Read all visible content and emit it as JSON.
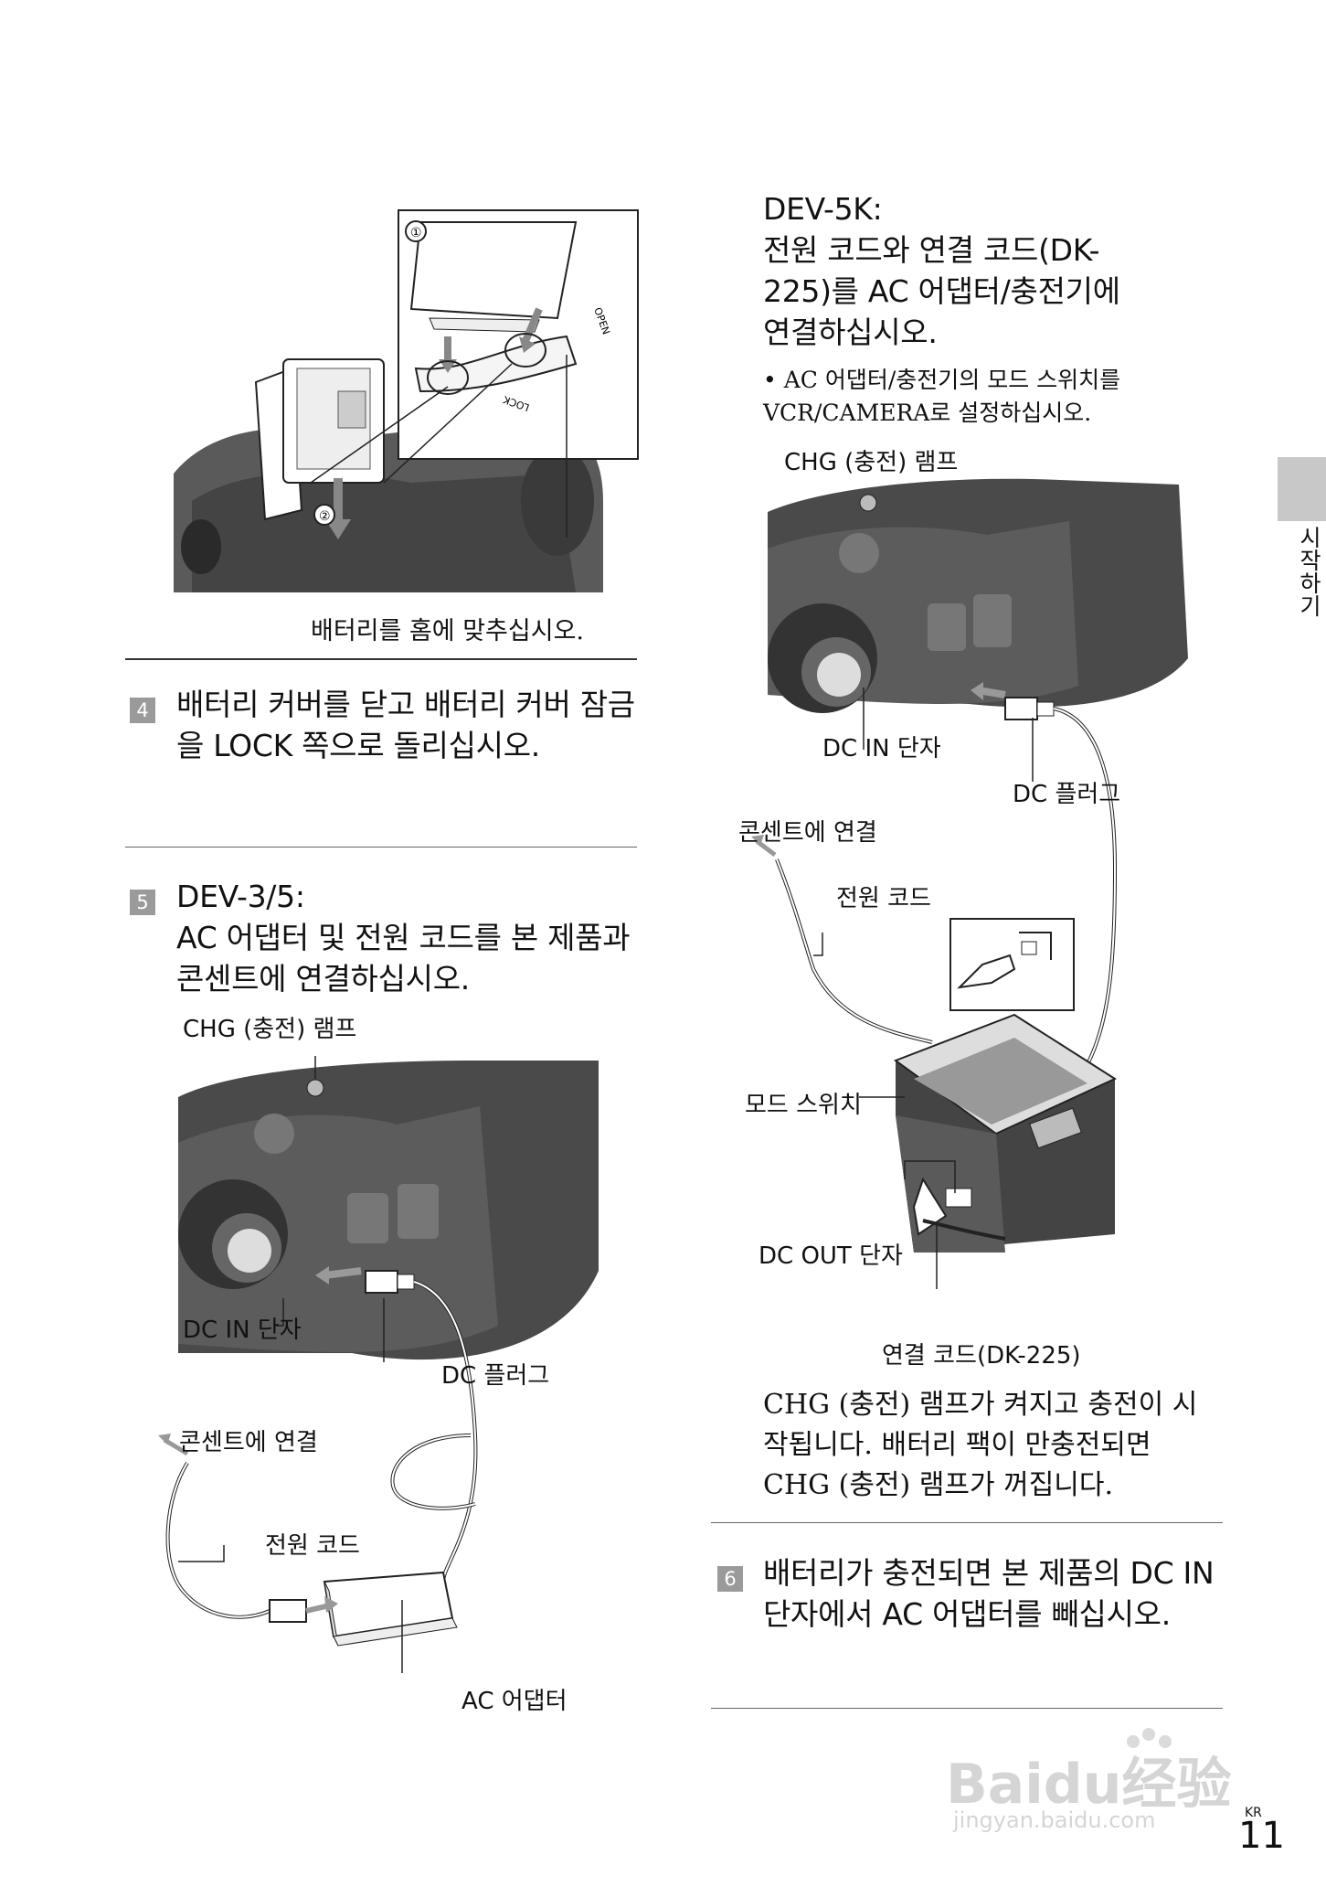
{
  "left_column": {
    "battery_caption": "배터리를 홈에 맞추십시오.",
    "step4": {
      "number": "4",
      "text": "배터리 커버를 닫고 배터리 커버 잠금을 LOCK 쪽으로 돌리십시오."
    },
    "step5": {
      "number": "5",
      "title": "DEV-3/5:",
      "text": "AC 어댑터 및 전원 코드를 본 제품과 콘센트에 연결하십시오."
    },
    "labels": {
      "chg_lamp": "CHG (충전) 램프",
      "dc_in": "DC IN 단자",
      "dc_plug": "DC 플러그",
      "outlet": "콘센트에 연결",
      "power_cord": "전원 코드",
      "ac_adapter": "AC 어댑터"
    },
    "inset_marks": [
      "①",
      "②"
    ],
    "inset_text": {
      "open": "OPEN",
      "lock": "LOCK"
    }
  },
  "right_column": {
    "heading_lines": [
      "DEV-5K:",
      "전원 코드와 연결 코드(DK-",
      "225)를 AC 어댑터/충전기에",
      "연결하십시오."
    ],
    "bullet": "AC 어댑터/충전기의 모드 스위치를 VCR/CAMERA로 설정하십시오.",
    "labels": {
      "chg_lamp": "CHG (충전) 램프",
      "dc_in": "DC IN 단자",
      "dc_plug": "DC 플러그",
      "outlet": "콘센트에 연결",
      "power_cord": "전원 코드",
      "mode_switch": "모드 스위치",
      "dc_out": "DC OUT 단자",
      "connect_cord": "연결 코드(DK-225)"
    },
    "charge_text": "CHG (충전) 램프가 켜지고 충전이 시작됩니다. 배터리 팩이 만충전되면 CHG (충전) 램프가 꺼집니다.",
    "step6": {
      "number": "6",
      "text": "배터리가 충전되면 본 제품의 DC IN 단자에서 AC 어댑터를 빼십시오."
    }
  },
  "side_tab": {
    "label": "시작하기"
  },
  "footer": {
    "region": "KR",
    "page": "11",
    "watermark": "Baidu经验",
    "watermark_url": "jingyan.baidu.com"
  }
}
